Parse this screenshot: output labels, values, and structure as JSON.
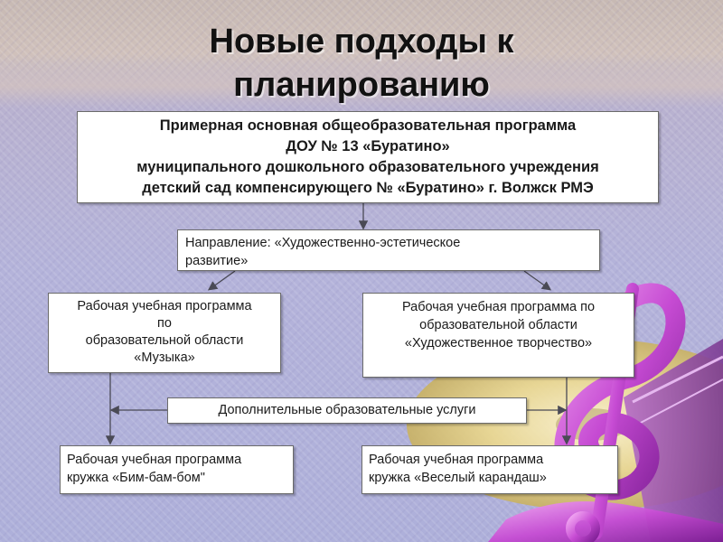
{
  "slide": {
    "title_line1": "Новые подходы к",
    "title_line2": "планированию"
  },
  "main_program": {
    "line1": "Примерная основная общеобразовательная программа",
    "line2": "ДОУ № 13 «Буратино»",
    "line3": "муниципального дошкольного образовательного учреждения",
    "line4": "детский сад компенсирующего № «Буратино» г. Волжск РМЭ"
  },
  "direction": {
    "line1": "Направление: «Художественно-эстетическое",
    "line2": "развитие»"
  },
  "music_program": {
    "line1": "Рабочая учебная программа",
    "line2": "по",
    "line3": "образовательной области",
    "line4": "«Музыка»"
  },
  "art_program": {
    "line1": "Рабочая учебная программа по",
    "line2": "образовательной области",
    "line3": "«Художественное творчество»"
  },
  "extra_services": {
    "label": "Дополнительные образовательные услуги"
  },
  "club_bim": {
    "line1": "Рабочая учебная программа",
    "line2": "кружка «Бим-бам-бом\""
  },
  "club_pencil": {
    "line1": "Рабочая учебная программа",
    "line2": "кружка «Веселый карандаш»"
  },
  "colors": {
    "box_fill": "#ffffff",
    "box_border": "#6b6b6b",
    "connector": "#4a4a55",
    "decor_violet": "#c94fd6",
    "decor_gold": "#e8d58a"
  },
  "icons": [
    "treble-clef-decoration",
    "disc-decoration",
    "open-book-decoration"
  ]
}
